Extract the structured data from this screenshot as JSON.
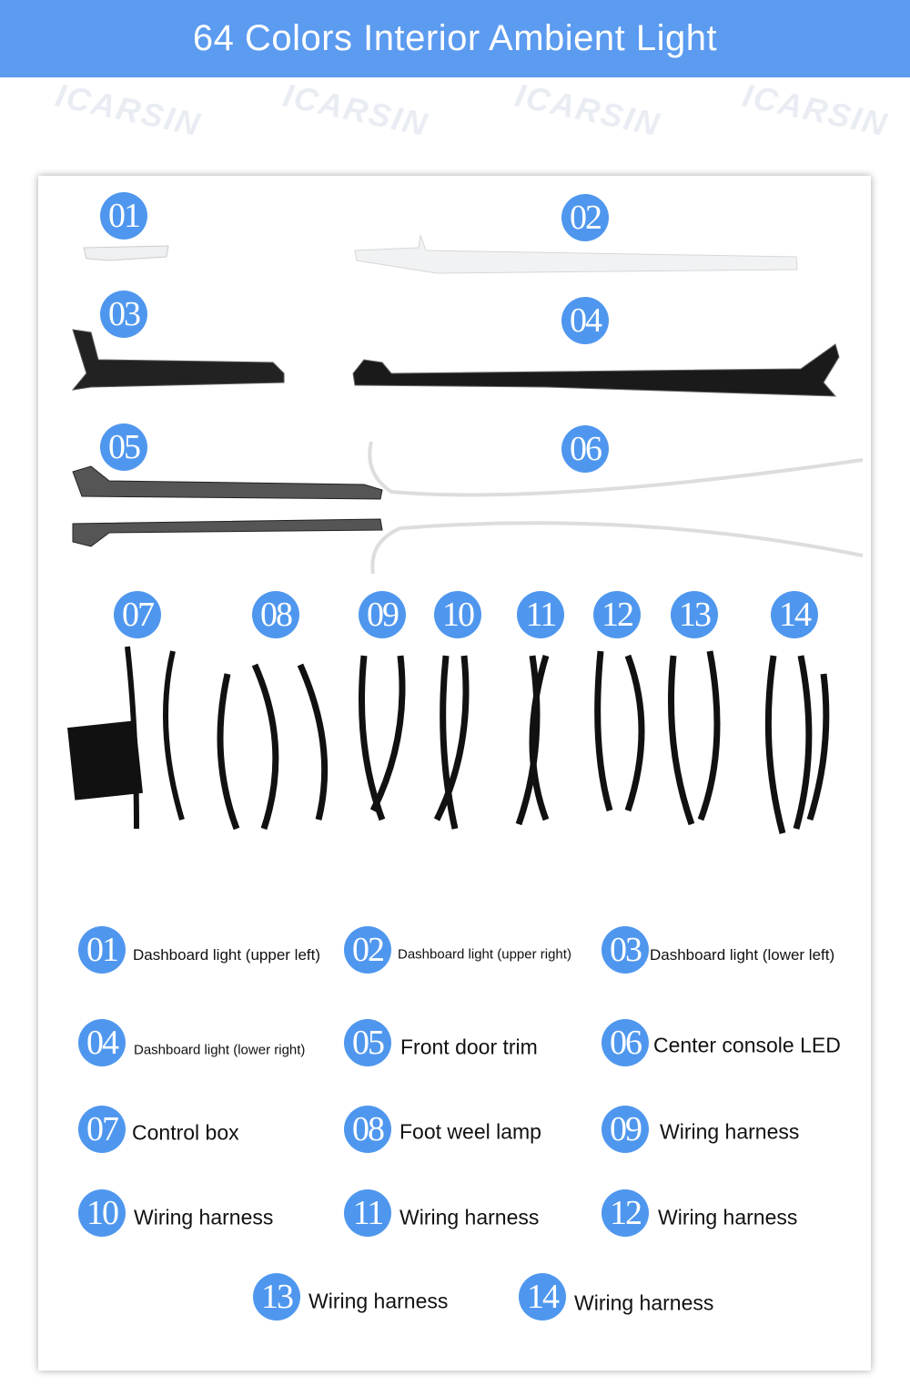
{
  "title": "64 Colors Interior Ambient Light",
  "watermark": "ICARSIN",
  "colors": {
    "header": "#5b9bf0",
    "badge": "#4f97ee"
  },
  "parts": [
    {
      "num": "01",
      "label": "Dashboard light (upper left)"
    },
    {
      "num": "02",
      "label": "Dashboard light (upper right)"
    },
    {
      "num": "03",
      "label": "Dashboard light (lower left)"
    },
    {
      "num": "04",
      "label": "Dashboard light (lower right)"
    },
    {
      "num": "05",
      "label": "Front door trim"
    },
    {
      "num": "06",
      "label": "Center console LED"
    },
    {
      "num": "07",
      "label": "Control box"
    },
    {
      "num": "08",
      "label": "Foot weel lamp"
    },
    {
      "num": "09",
      "label": "Wiring harness"
    },
    {
      "num": "10",
      "label": "Wiring harness"
    },
    {
      "num": "11",
      "label": "Wiring harness"
    },
    {
      "num": "12",
      "label": "Wiring harness"
    },
    {
      "num": "13",
      "label": "Wiring harness"
    },
    {
      "num": "14",
      "label": "Wiring harness"
    }
  ]
}
